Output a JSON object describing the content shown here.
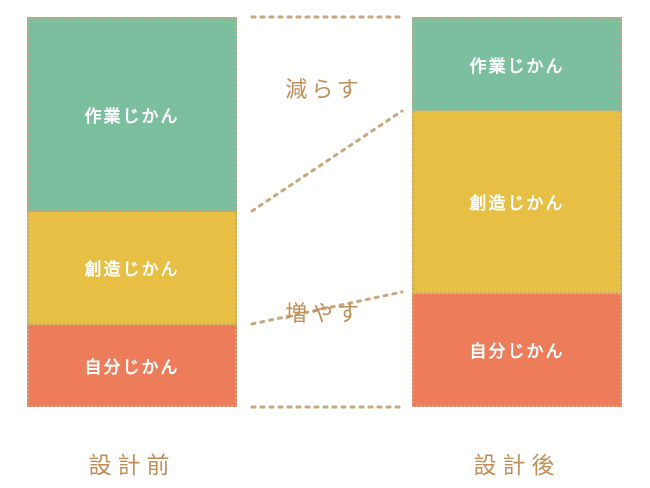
{
  "colors": {
    "work": "#7cbf9e",
    "creative": "#e8bf45",
    "self": "#ed7d5a",
    "accent": "#c28e58",
    "dot": "#c9a77c"
  },
  "before": {
    "label": "設計前",
    "segments": [
      {
        "label": "作業じかん",
        "share": 0.5,
        "color": "#7cbf9e"
      },
      {
        "label": "創造じかん",
        "share": 0.29,
        "color": "#e8bf45"
      },
      {
        "label": "自分じかん",
        "share": 0.21,
        "color": "#ed7d5a"
      }
    ]
  },
  "after": {
    "label": "設計後",
    "segments": [
      {
        "label": "作業じかん",
        "share": 0.24,
        "color": "#7cbf9e"
      },
      {
        "label": "創造じかん",
        "share": 0.47,
        "color": "#e8bf45"
      },
      {
        "label": "自分じかん",
        "share": 0.29,
        "color": "#ed7d5a"
      }
    ]
  },
  "annotations": {
    "reduce": "減らす",
    "increase": "増やす"
  }
}
